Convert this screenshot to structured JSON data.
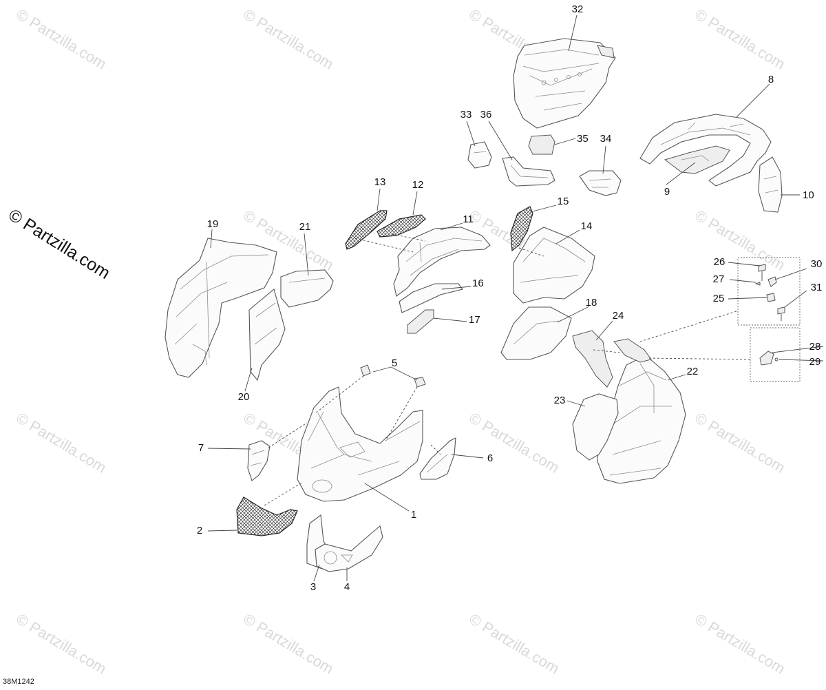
{
  "diagram": {
    "brand_text": "© Partzilla.com",
    "watermark_text": "© Partzilla.com",
    "diagram_code": "38M1242",
    "callouts": [
      "1",
      "2",
      "3",
      "4",
      "5",
      "6",
      "7",
      "8",
      "9",
      "10",
      "11",
      "12",
      "13",
      "14",
      "15",
      "16",
      "17",
      "18",
      "19",
      "20",
      "21",
      "22",
      "23",
      "24",
      "25",
      "26",
      "27",
      "28",
      "29",
      "30",
      "31",
      "32",
      "33",
      "34",
      "35",
      "36"
    ]
  }
}
